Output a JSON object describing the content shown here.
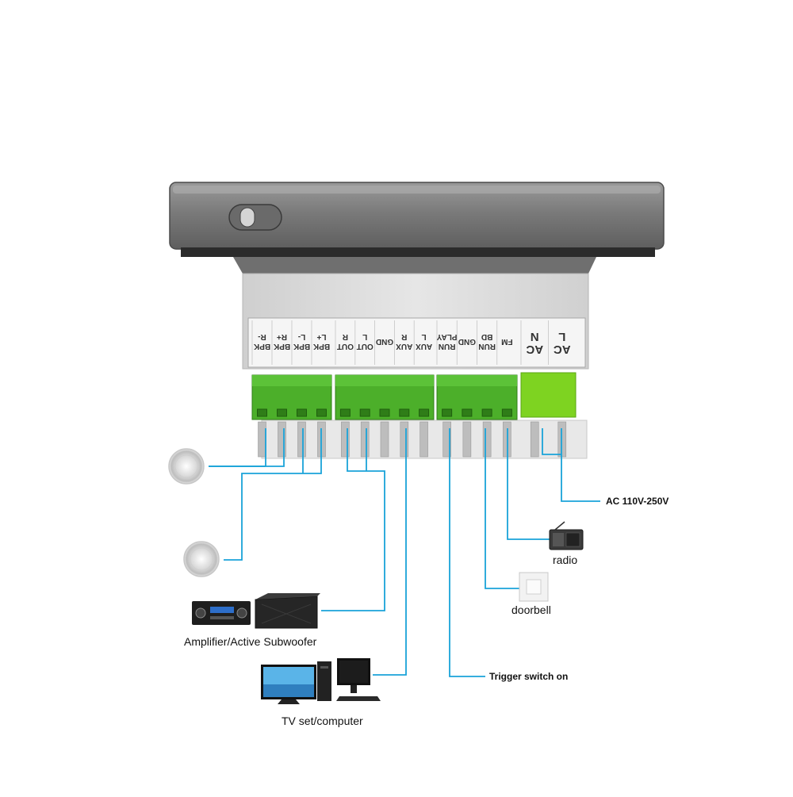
{
  "terminals": {
    "group1": [
      "BPK R-",
      "BPK R+",
      "BPK L-",
      "BPK L+"
    ],
    "group2": [
      "OUT R",
      "OUT L",
      "GND",
      "AUX R",
      "AUX L"
    ],
    "group3": [
      "RUN PLAY",
      "GND",
      "RUN BD",
      "FM"
    ],
    "group4": [
      "AC N",
      "AC L"
    ]
  },
  "labels": {
    "ac_power": "AC 110V-250V",
    "radio": "radio",
    "doorbell": "doorbell",
    "amplifier": "Amplifier/Active Subwoofer",
    "trigger": "Trigger switch on",
    "tv_computer": "TV set/computer"
  },
  "colors": {
    "wire": "#1aa3d9",
    "terminal_green": "#4caf2a",
    "terminal_bright": "#7ed321",
    "housing": "#d9d9d9",
    "faceplate": "#7d7d7d"
  },
  "icons": [
    "speaker-icon",
    "amplifier-icon",
    "subwoofer-icon",
    "tv-icon",
    "computer-icon",
    "radio-icon",
    "doorbell-switch-icon"
  ]
}
